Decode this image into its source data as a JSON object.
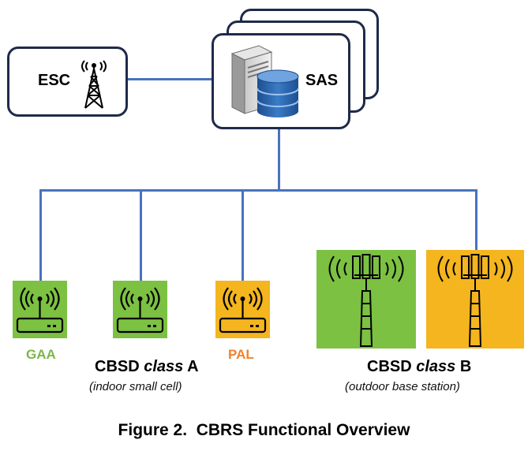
{
  "nodes": {
    "esc_label": "ESC",
    "sas_label": "SAS"
  },
  "devices": {
    "gaa_label": "GAA",
    "pal_label": "PAL",
    "class_a": {
      "prefix": "CBSD ",
      "italic": "class",
      "suffix": " A",
      "description": "(indoor small cell)"
    },
    "class_b": {
      "prefix": "CBSD ",
      "italic": "class",
      "suffix": " B",
      "description": "(outdoor base station)"
    }
  },
  "caption": "Figure 2.  CBRS Functional Overview",
  "colors": {
    "gaa_green": "#7cc142",
    "pal_orange": "#f4b51e",
    "link_blue": "#4a72bd",
    "box_border": "#1f2a4a",
    "gaa_text": "#7ab648",
    "pal_text": "#f0822d"
  },
  "icons": [
    "radio-tower-icon",
    "server-icon",
    "database-icon",
    "wifi-router-icon",
    "cell-tower-icon"
  ]
}
